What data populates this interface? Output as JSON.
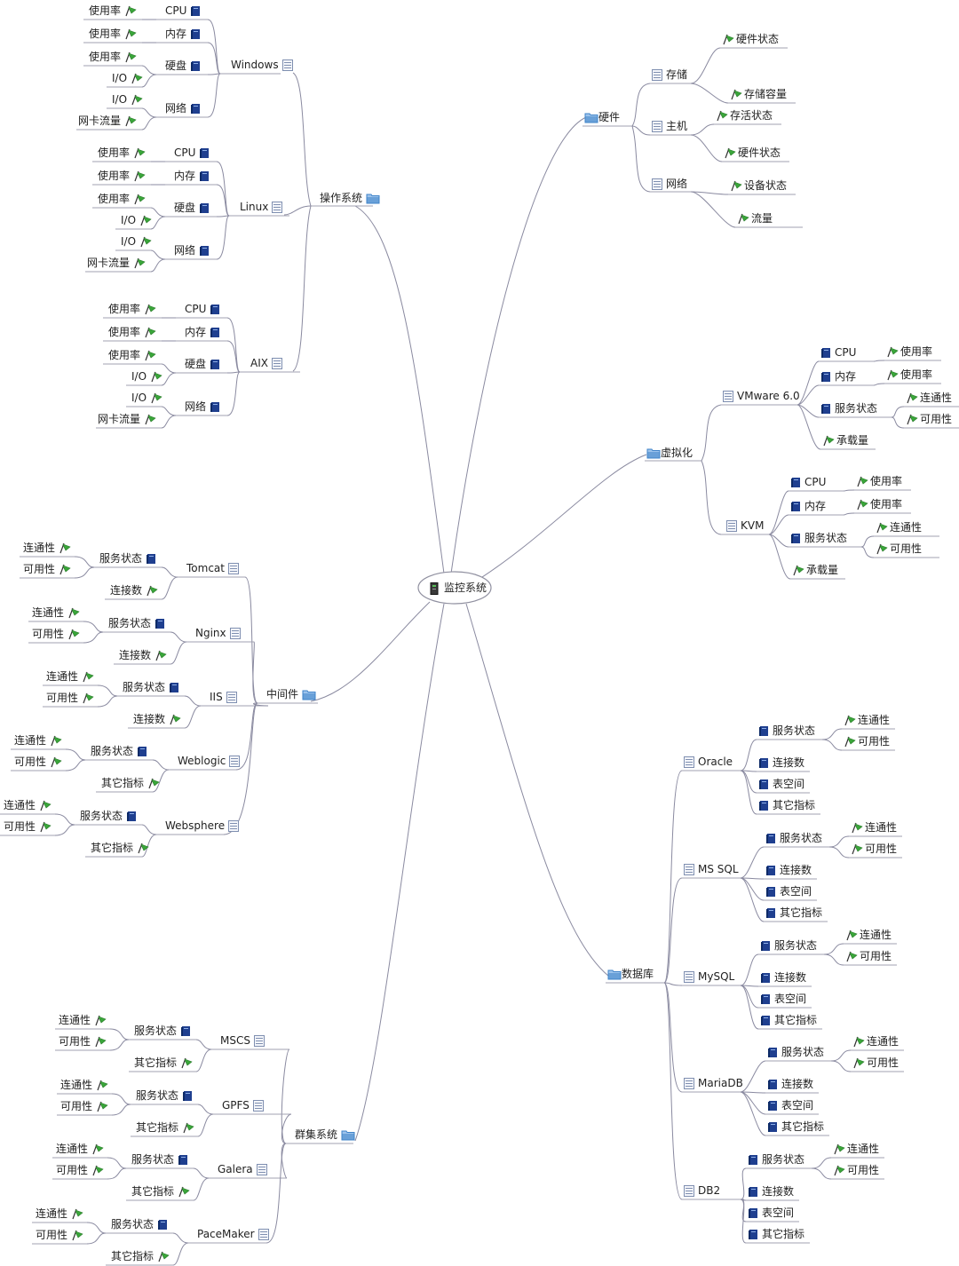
{
  "root": "监控系统",
  "colors": {
    "line": "#8a8aa0",
    "underline": "#a0a0b0",
    "text": "#222222",
    "book": "#1f3f8f",
    "flag": "#3aa63a",
    "folder": "#3f83c9"
  },
  "icons": {
    "book": "book-icon",
    "flag": "flag-icon",
    "list": "list-icon",
    "folder": "folder-icon",
    "server": "server-icon"
  },
  "branches": {
    "os": {
      "label": "操作系统",
      "windows": "Windows",
      "linux": "Linux",
      "aix": "AIX"
    },
    "hardware": {
      "label": "硬件",
      "storage": "存储",
      "host": "主机",
      "network": "网络",
      "hw_status": "硬件状态",
      "capacity": "存储容量",
      "alive": "存活状态",
      "host_hw": "硬件状态",
      "device": "设备状态",
      "traffic": "流量"
    },
    "virtual": {
      "label": "虚拟化",
      "vmware": "VMware 6.0",
      "kvm": "KVM"
    },
    "middleware": {
      "label": "中间件",
      "tomcat": "Tomcat",
      "nginx": "Nginx",
      "iis": "IIS",
      "weblogic": "Weblogic",
      "websphere": "Websphere"
    },
    "cluster": {
      "label": "群集系统",
      "mscs": "MSCS",
      "gpfs": "GPFS",
      "galera": "Galera",
      "pacemaker": "PaceMaker"
    },
    "database": {
      "label": "数据库",
      "oracle": "Oracle",
      "mssql": "MS SQL",
      "mysql": "MySQL",
      "mariadb": "MariaDB",
      "db2": "DB2"
    }
  },
  "terms": {
    "cpu": "CPU",
    "mem": "内存",
    "disk": "硬盘",
    "net": "网络",
    "usage": "使用率",
    "io": "I/O",
    "nic": "网卡流量",
    "svc": "服务状态",
    "conn_ok": "连通性",
    "avail": "可用性",
    "conns": "连接数",
    "other": "其它指标",
    "load": "承载量",
    "tablespace": "表空间"
  }
}
